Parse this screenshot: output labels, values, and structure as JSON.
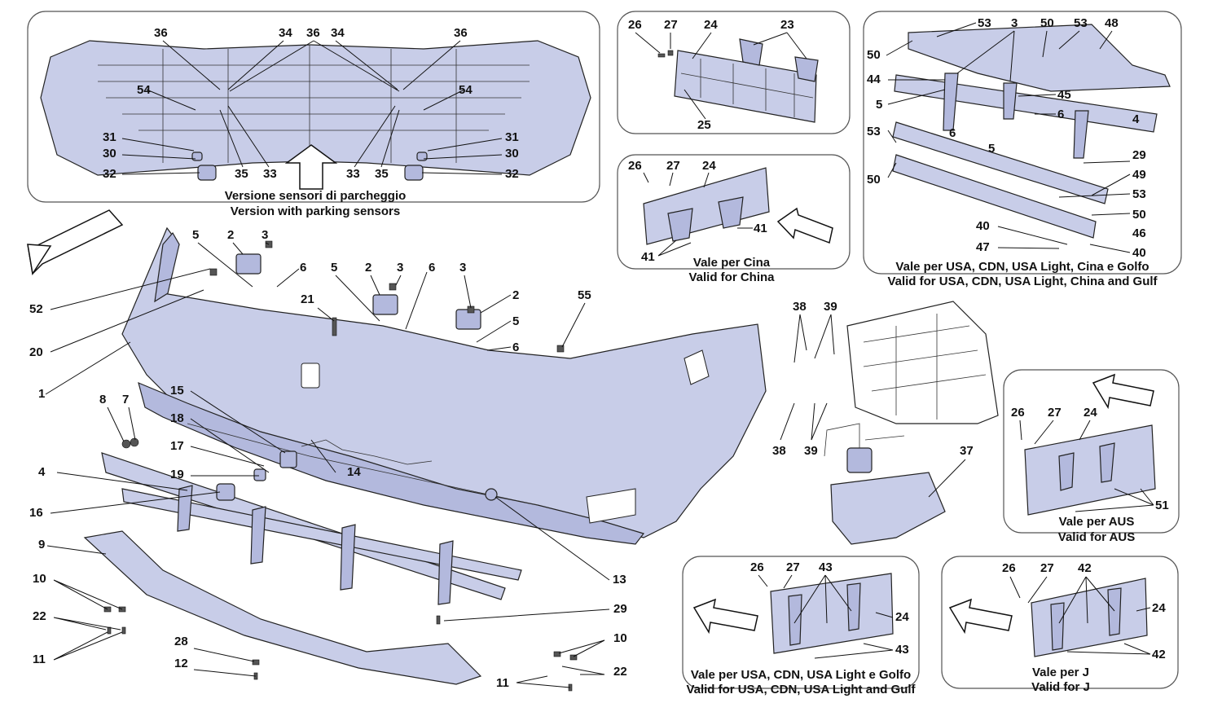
{
  "diagram": {
    "main_labels": [
      "1",
      "2",
      "3",
      "4",
      "5",
      "6",
      "7",
      "8",
      "9",
      "10",
      "11",
      "12",
      "13",
      "14",
      "15",
      "16",
      "17",
      "18",
      "19",
      "20",
      "21",
      "22",
      "28",
      "29",
      "52",
      "55"
    ],
    "panels": [
      {
        "id": "parking-sensors",
        "caption_it": "Versione sensori di parcheggio",
        "caption_en": "Version with parking sensors",
        "labels": [
          "36",
          "34",
          "36",
          "34",
          "36",
          "54",
          "54",
          "31",
          "31",
          "30",
          "30",
          "32",
          "32",
          "35",
          "33",
          "33",
          "35"
        ]
      },
      {
        "id": "plate-generic",
        "caption_it": "",
        "caption_en": "",
        "labels": [
          "26",
          "27",
          "24",
          "23",
          "25"
        ]
      },
      {
        "id": "china",
        "caption_it": "Vale per Cina",
        "caption_en": "Valid for China",
        "labels": [
          "26",
          "27",
          "24",
          "41",
          "41"
        ]
      },
      {
        "id": "usa-cdn-china-gulf",
        "caption_it": "Vale per USA, CDN, USA Light, Cina e Golfo",
        "caption_en": "Valid for USA, CDN, USA Light, China and Gulf",
        "labels": [
          "53",
          "3",
          "50",
          "53",
          "48",
          "50",
          "44",
          "45",
          "5",
          "6",
          "6",
          "4",
          "5",
          "53",
          "29",
          "50",
          "49",
          "53",
          "50",
          "40",
          "46",
          "47",
          "40"
        ]
      },
      {
        "id": "sensor-bracket",
        "caption_it": "",
        "caption_en": "",
        "labels": [
          "38",
          "39",
          "38",
          "39",
          "37"
        ]
      },
      {
        "id": "aus",
        "caption_it": "Vale per AUS",
        "caption_en": "Valid for AUS",
        "labels": [
          "26",
          "27",
          "24",
          "51"
        ]
      },
      {
        "id": "usa-cdn-gulf",
        "caption_it": "Vale per USA, CDN, USA Light e Golfo",
        "caption_en": "Valid for USA, CDN, USA Light and Gulf",
        "labels": [
          "26",
          "27",
          "43",
          "24",
          "43"
        ]
      },
      {
        "id": "japan",
        "caption_it": "Vale per J",
        "caption_en": "Valid for J",
        "labels": [
          "26",
          "27",
          "42",
          "24",
          "42"
        ]
      }
    ]
  },
  "colors": {
    "part_fill": "#c8cde8",
    "part_dark": "#b3b9dd",
    "panel_stroke": "#555555",
    "text": "#111111"
  }
}
